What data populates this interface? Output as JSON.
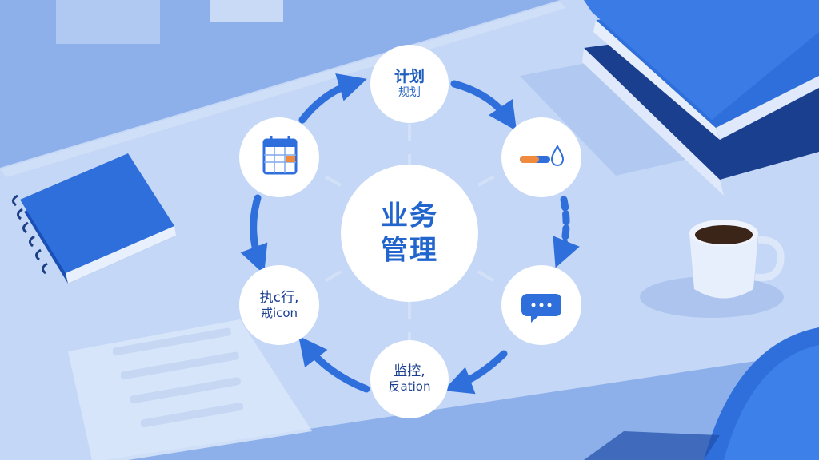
{
  "center": {
    "line1": "业务",
    "line2": "管理"
  },
  "nodes": {
    "plan": {
      "title": "计划",
      "subtitle": "规划",
      "icon": "text-label"
    },
    "tool": {
      "title": "",
      "subtitle": "",
      "icon": "progress-bar-drop-icon"
    },
    "communicate": {
      "title": "",
      "subtitle": "",
      "icon": "chat-bubble-icon"
    },
    "monitor": {
      "title": "监控,",
      "subtitle": "反ation",
      "icon": "text-label"
    },
    "execute": {
      "title": "执c行,",
      "subtitle": "戒icon",
      "icon": "text-label"
    },
    "schedule": {
      "title": "",
      "subtitle": "",
      "icon": "calendar-icon"
    }
  },
  "colors": {
    "accent": "#2f6fdc",
    "node_fill": "#ffffff",
    "orange": "#f08a3c"
  }
}
